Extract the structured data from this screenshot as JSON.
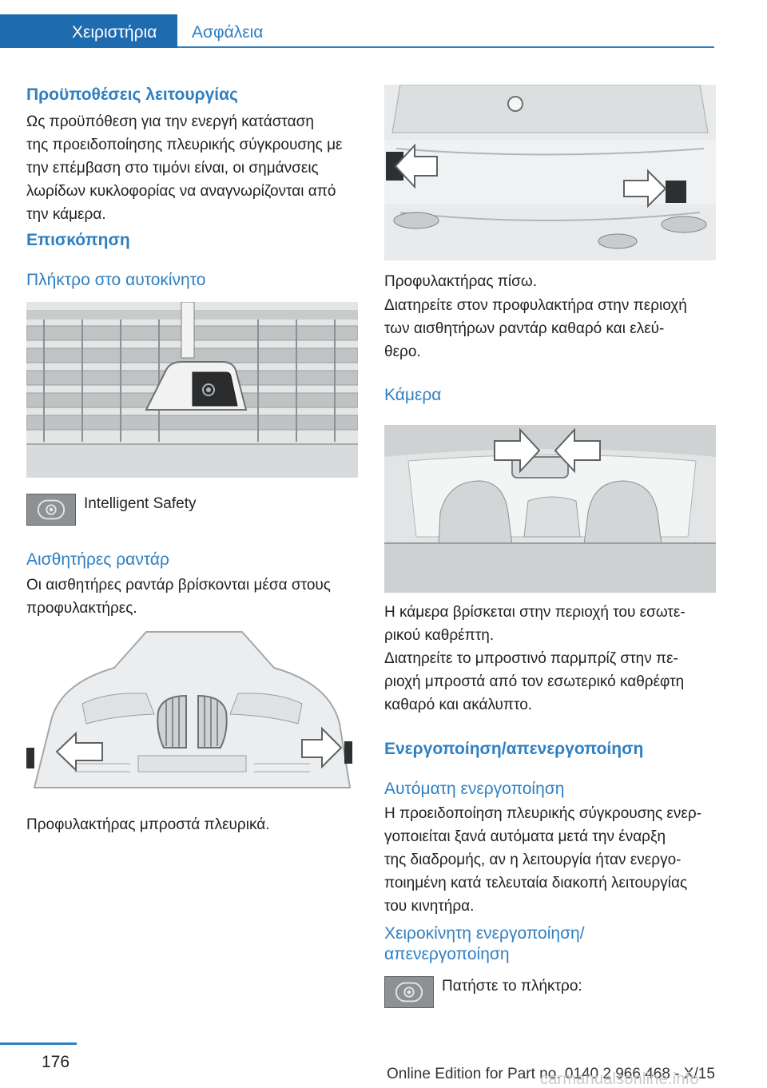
{
  "header": {
    "tab_active": "Χειριστήρια",
    "tab_inactive": "Ασφάλεια"
  },
  "left": {
    "h_prereq": "Προϋποθέσεις λειτουργίας",
    "p_prereq_1": "Ως προϋπόθεση για την ενεργή κατάσταση",
    "p_prereq_2": "της προειδοποίησης πλευρικής σύγκρουσης με",
    "p_prereq_3": "την επέμβαση στο τιμόνι είναι, οι σημάνσεις",
    "p_prereq_4": "λωρίδων κυκλοφορίας να αναγνωρίζονται από",
    "p_prereq_5": "την κάμερα.",
    "h_overview": "Επισκόπηση",
    "h_button": "Πλήκτρο στο αυτοκίνητο",
    "button_label": "Intelligent Safety",
    "h_radar": "Αισθητήρες ραντάρ",
    "p_radar_1": "Οι αισθητήρες ραντάρ βρίσκονται μέσα στους",
    "p_radar_2": "προφυλακτήρες.",
    "caption_front": "Προφυλακτήρας μπροστά πλευρικά."
  },
  "right": {
    "caption_rear": "Προφυλακτήρας πίσω.",
    "p_rear_1": "Διατηρείτε στον προφυλακτήρα στην περιοχή",
    "p_rear_2": "των αισθητήρων ραντάρ καθαρό και ελεύ‐",
    "p_rear_3": "θερο.",
    "h_camera": "Κάμερα",
    "p_camera_1": "Η κάμερα βρίσκεται στην περιοχή του εσωτε‐",
    "p_camera_2": "ρικού καθρέπτη.",
    "p_camera_3": "Διατηρείτε το μπροστινό παρμπρίζ στην πε‐",
    "p_camera_4": "ριοχή μπροστά από τον εσωτερικό καθρέφτη",
    "p_camera_5": "καθαρό και ακάλυπτο.",
    "h_activation": "Ενεργοποίηση/απενεργοποίηση",
    "h_auto": "Αυτόματη ενεργοποίηση",
    "p_auto_1": "Η προειδοποίηση πλευρικής σύγκρουσης ενερ‐",
    "p_auto_2": "γοποιείται ξανά αυτόματα μετά την έναρξη",
    "p_auto_3": "της διαδρομής, αν η λειτουργία ήταν ενεργο‐",
    "p_auto_4": "ποιημένη κατά τελευταία διακοπή λειτουργίας",
    "p_auto_5": "του κινητήρα.",
    "h_manual_1": "Χειροκίνητη ενεργοποίηση/",
    "h_manual_2": "απενεργοποίηση",
    "p_manual": "Πατήστε το πλήκτρο:"
  },
  "footer": {
    "page_number": "176",
    "edition": "Online Edition for Part no. 0140 2 966 468 - X/15",
    "watermark": "carmanualsonline.info"
  }
}
